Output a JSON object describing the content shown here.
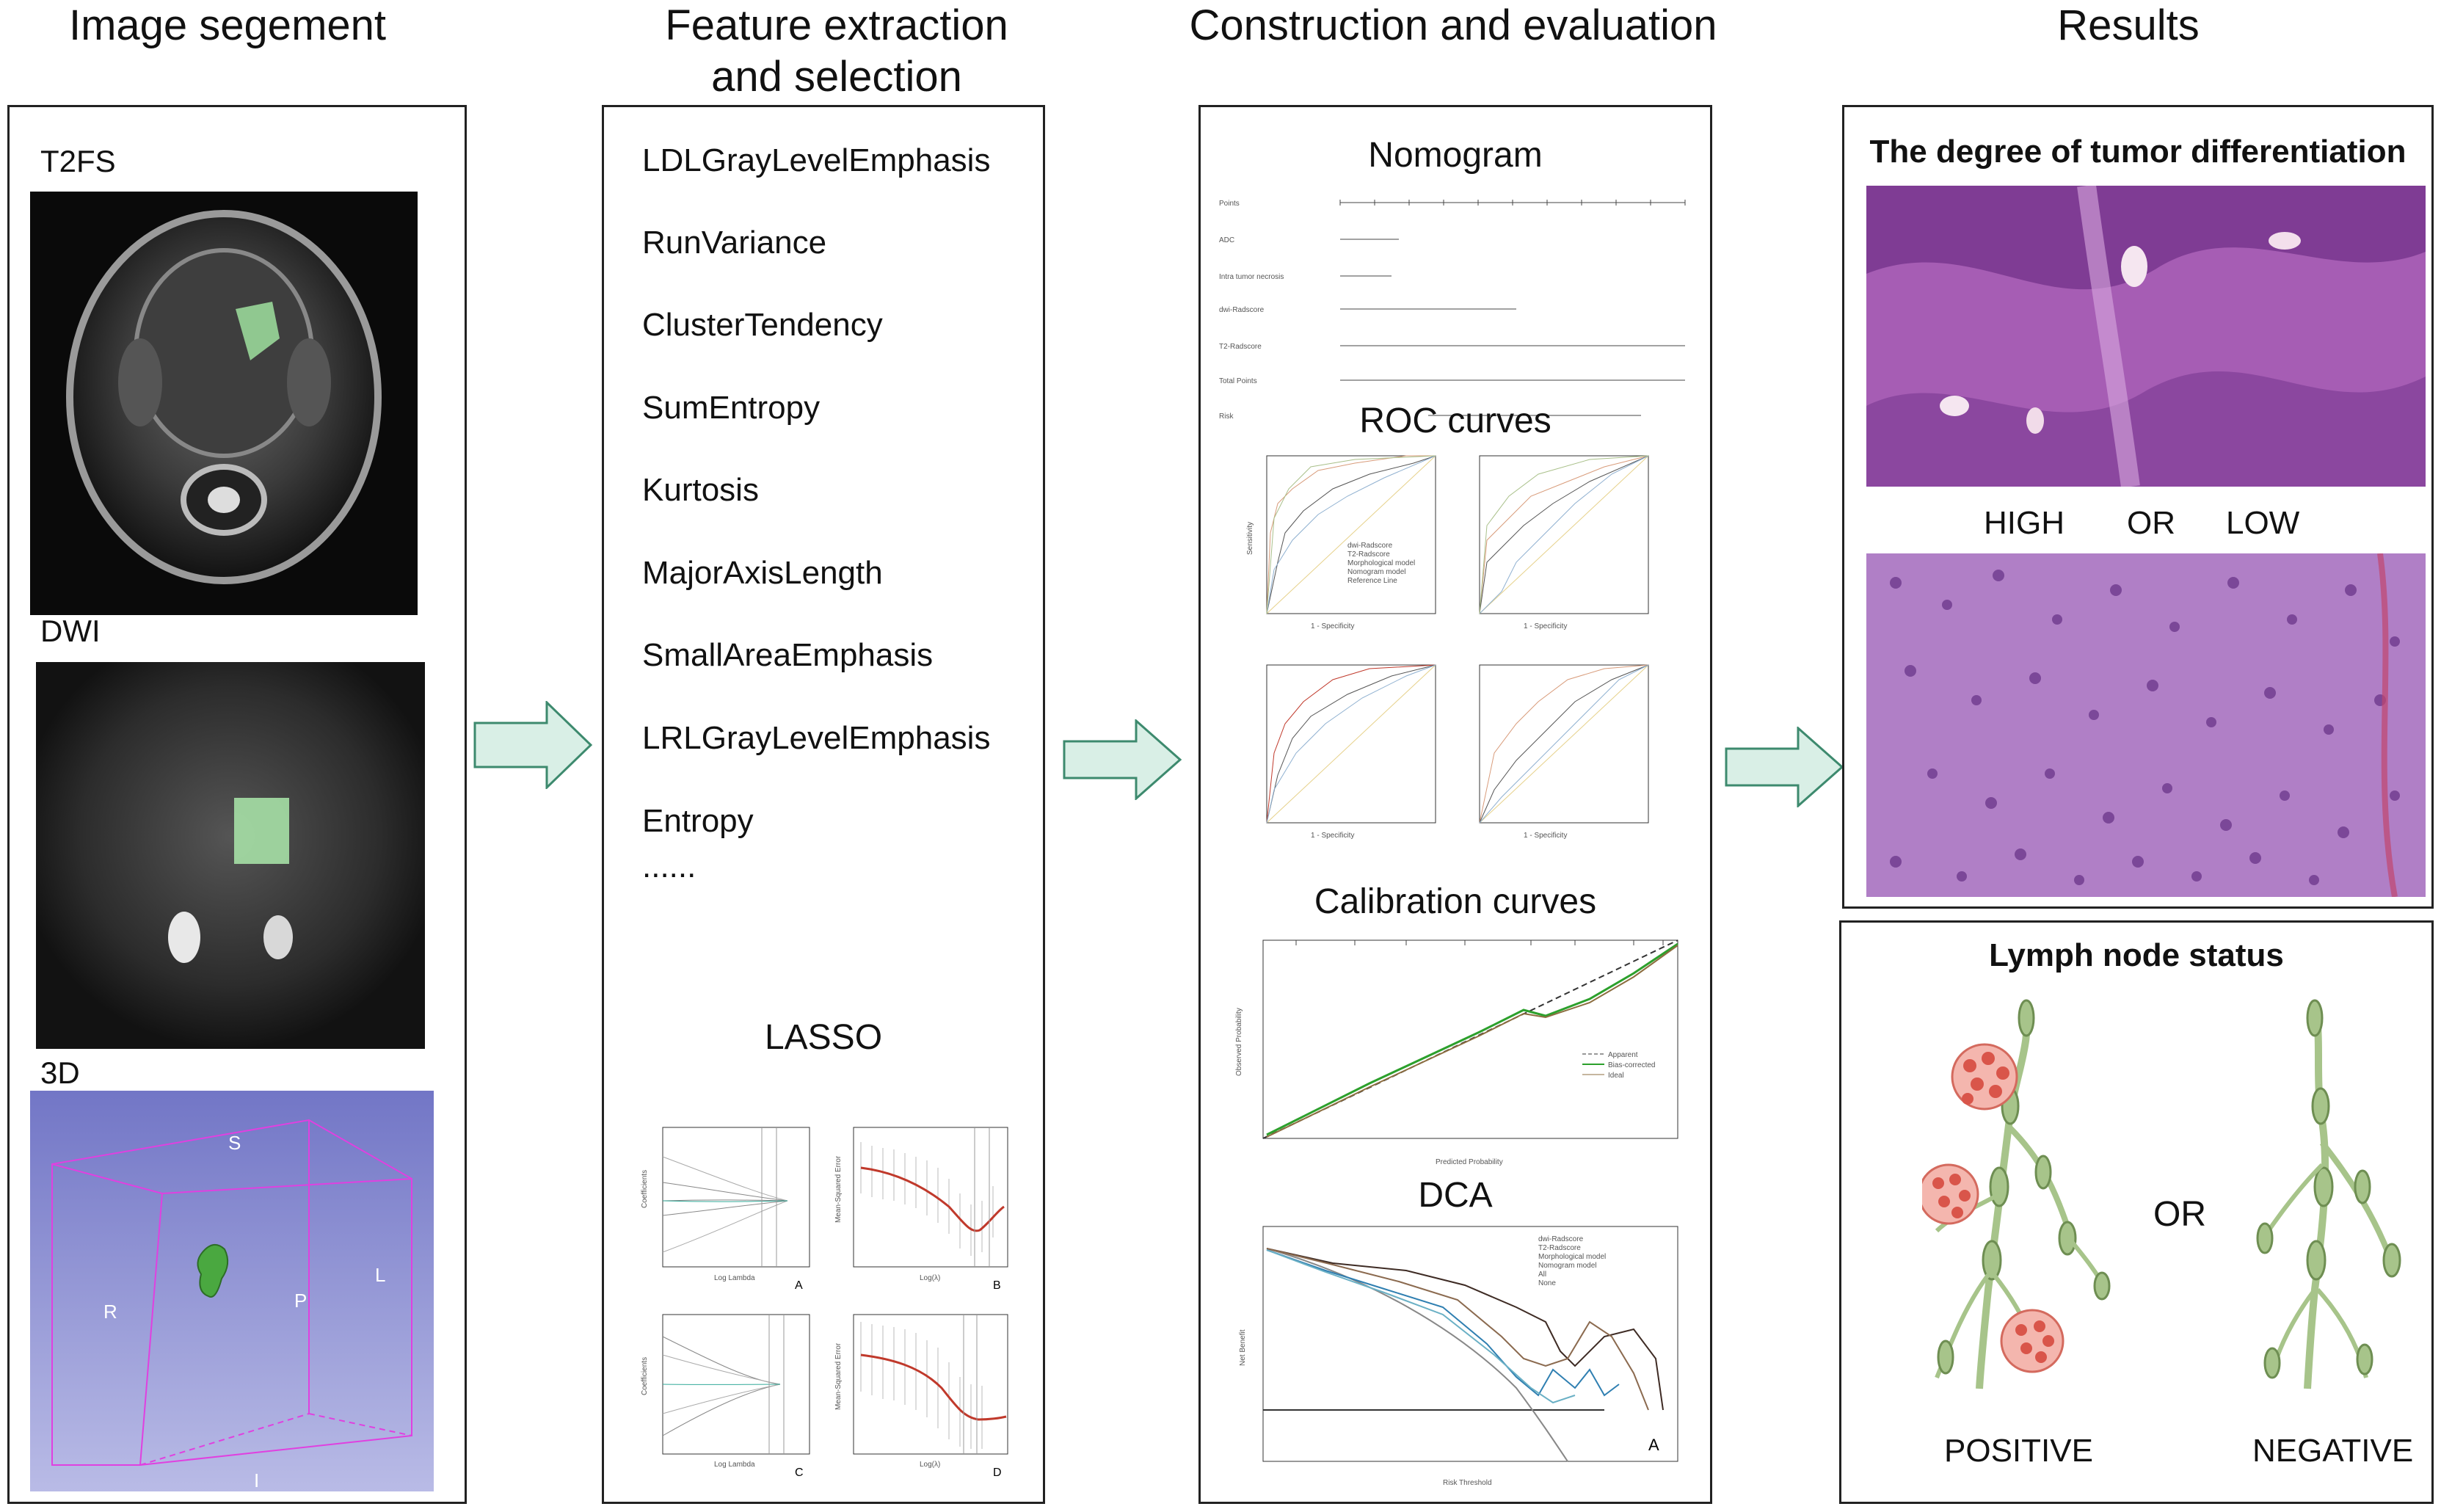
{
  "headers": {
    "col1": "Image segement",
    "col2_line1": "Feature extraction",
    "col2_line2": "and selection",
    "col3": "Construction and evaluation",
    "col4": "Results"
  },
  "segment": {
    "t2fs": "T2FS",
    "dwi": "DWI",
    "threed": "3D",
    "orient": {
      "s": "S",
      "r": "R",
      "p": "P",
      "l": "L",
      "i": "I"
    }
  },
  "features": {
    "items": [
      "LDLGrayLevelEmphasis",
      "RunVariance",
      "ClusterTendency",
      "SumEntropy",
      "Kurtosis",
      "MajorAxisLength",
      "SmallAreaEmphasis",
      "LRLGrayLevelEmphasis",
      "Entropy",
      "......"
    ],
    "lasso_title": "LASSO",
    "lasso_panels": [
      "A",
      "B",
      "C",
      "D"
    ],
    "lasso_xlabels": [
      "Log Lambda",
      "Log(λ)",
      "Log Lambda",
      "Log(λ)"
    ],
    "lasso_ylabels": [
      "Coefficients",
      "Mean-Squared Error",
      "Coefficients",
      "Mean-Squared Error"
    ]
  },
  "construction": {
    "nomogram_title": "Nomogram",
    "nomogram_rows": [
      "Points",
      "ADC",
      "Intra tumor necrosis",
      "dwi-Radscore",
      "T2-Radscore",
      "Total Points",
      "Risk"
    ],
    "roc_title": "ROC curves",
    "roc_xlabel": "1 - Specificity",
    "roc_ylabel": "Sensitivity",
    "roc_legend": [
      "dwi-Radscore",
      "T2-Radscore",
      "Morphological model",
      "Nomogram model",
      "Reference Line"
    ],
    "calib_title": "Calibration curves",
    "calib_xlabel": "Predicted Probability",
    "calib_ylabel": "Observed Probability",
    "calib_legend": [
      "Apparent",
      "Bias-corrected",
      "Ideal"
    ],
    "dca_title": "DCA",
    "dca_xlabel": "Risk Threshold",
    "dca_ylabel": "Net Benefit",
    "dca_legend": [
      "dwi-Radscore",
      "T2-Radscore",
      "Morphological model",
      "Nomogram model",
      "All",
      "None"
    ],
    "dca_panel": "A"
  },
  "results": {
    "differentiation_title": "The degree of tumor differentiation",
    "high": "HIGH",
    "or1": "OR",
    "low": "LOW",
    "lymph_title": "Lymph node status",
    "or2": "OR",
    "positive": "POSITIVE",
    "negative": "NEGATIVE"
  },
  "colors": {
    "arrow_fill": "#d9efe6",
    "arrow_stroke": "#3d8a6e",
    "mask_green": "#a6e0a6",
    "he_purple": "#8a4fa6",
    "node_red": "#e98a7f",
    "vessel_green": "#a7c48a"
  }
}
